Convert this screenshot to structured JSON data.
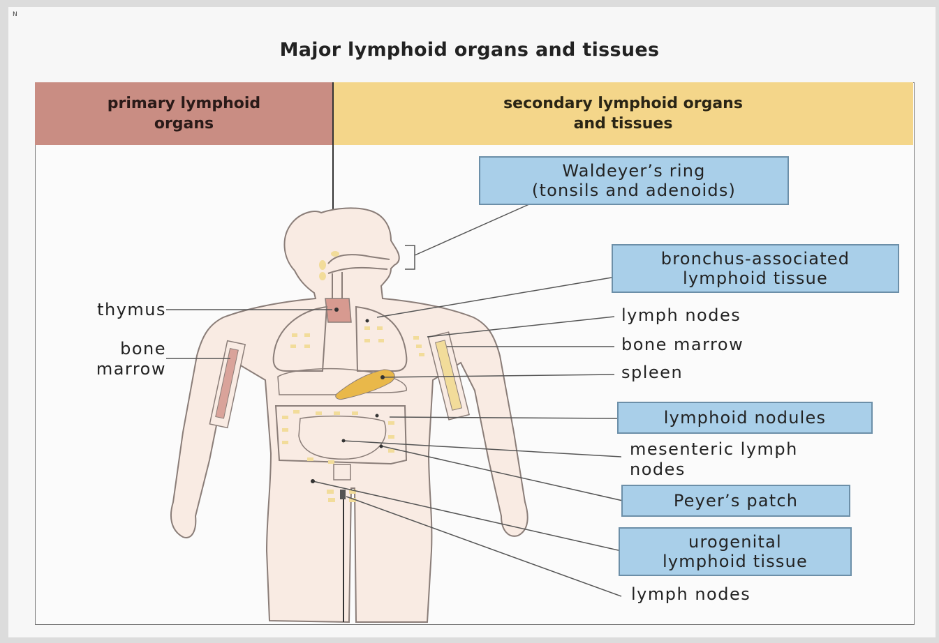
{
  "title": "Major lymphoid organs and tissues",
  "corner_mark": "N",
  "headers": {
    "primary": [
      "primary lymphoid",
      "organs"
    ],
    "secondary": [
      "secondary lymphoid organs",
      "and tissues"
    ]
  },
  "left_labels": {
    "thymus": "thymus",
    "bone_marrow": [
      "bone",
      "marrow"
    ]
  },
  "right_labels": {
    "waldeyer": [
      "Waldeyer’s ring",
      "(tonsils and adenoids)"
    ],
    "balt": [
      "bronchus-associated",
      "lymphoid tissue"
    ],
    "lymph_nodes_upper": "lymph nodes",
    "bone_marrow": "bone marrow",
    "spleen": "spleen",
    "lymphoid_nodules": "lymphoid nodules",
    "mesenteric": [
      "mesenteric lymph",
      "nodes"
    ],
    "peyers_patch": "Peyer’s patch",
    "urogenital": [
      "urogenital",
      "lymphoid tissue"
    ],
    "lymph_nodes_lower": "lymph nodes"
  },
  "colors": {
    "primary_header": "#c98d83",
    "secondary_header": "#f4d68a",
    "highlight_box": "#a9cfe9",
    "body_fill": "#f9ebe3",
    "node_fill": "#f2dc9a",
    "spleen": "#e9b84a",
    "thymus": "#d79a90"
  }
}
